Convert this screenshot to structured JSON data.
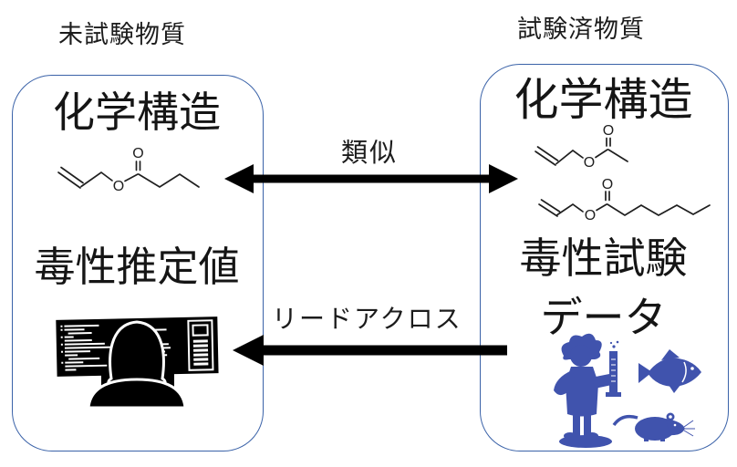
{
  "columns": {
    "untested": {
      "title": "未試験物質",
      "structure_heading": "化学構造",
      "result_heading": "毒性推定値"
    },
    "tested": {
      "title": "試験済物質",
      "structure_heading": "化学構造",
      "data_heading_line1": "毒性試験",
      "data_heading_line2": "データ"
    }
  },
  "relations": {
    "similarity_label": "類似",
    "read_across_label": "リードアクロス"
  },
  "chem": {
    "oxygen": "O"
  },
  "icons": {
    "analyst": "person-at-computer-icon",
    "test_evidence": "scientist-fish-rat-icon",
    "similarity": "double-headed-arrow",
    "read_across": "left-arrow"
  },
  "colors": {
    "box_border": "#3a62a8",
    "silhouette_blue": "#4053ad",
    "arrow": "#000000",
    "text": "#1c1c1c",
    "background": "#ffffff"
  }
}
